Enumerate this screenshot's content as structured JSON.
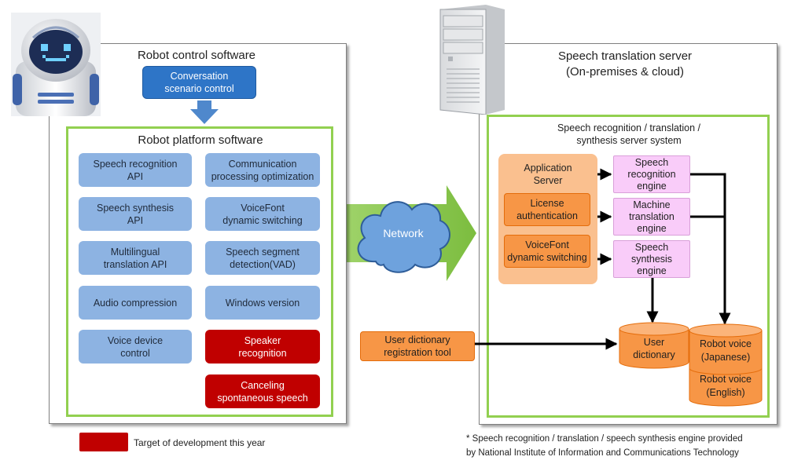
{
  "robot_panel": {
    "title": "Robot control software",
    "conversation": "Conversation\nscenario control",
    "platform_title": "Robot platform software",
    "modules_left": [
      "Speech recognition\nAPI",
      "Speech synthesis\nAPI",
      "Multilingual\ntranslation API",
      "Audio compression",
      "Voice device\ncontrol"
    ],
    "modules_right": [
      "Communication\nprocessing optimization",
      "VoiceFont\ndynamic switching",
      "Speech segment\ndetection(VAD)",
      "Windows version"
    ],
    "modules_new": [
      "Speaker\nrecognition",
      "Canceling\nspontaneous speech"
    ]
  },
  "network": {
    "label": "Network"
  },
  "server_panel": {
    "title": "Speech translation server\n(On-premises & cloud)",
    "system_title": "Speech recognition / translation /\nsynthesis server system",
    "app_server": "Application\nServer",
    "license": "License\nauthentication",
    "voicefont": "VoiceFont\ndynamic switching",
    "engines": [
      "Speech\nrecognition\nengine",
      "Machine\ntranslation\nengine",
      "Speech\nsynthesis\nengine"
    ],
    "user_dictionary": "User\ndictionary",
    "robot_voice_ja": "Robot voice\n(Japanese)",
    "robot_voice_en": "Robot voice\n(English)"
  },
  "registration_tool": "User dictionary\nregistration tool",
  "legend": {
    "label": "Target of development this year",
    "color": "#c00000"
  },
  "footnote": "* Speech recognition / translation / speech synthesis engine provided\nby National Institute of Information and Communications Technology",
  "colors": {
    "green_frame": "#92d050",
    "light_blue": "#8db3e2",
    "dark_blue": "#2e75c7",
    "red": "#c00000",
    "orange": "#f79646",
    "light_orange": "#fac08f",
    "pink": "#f9ccf9"
  },
  "icons": [
    "robot-icon",
    "server-tower-icon",
    "cloud-icon"
  ]
}
